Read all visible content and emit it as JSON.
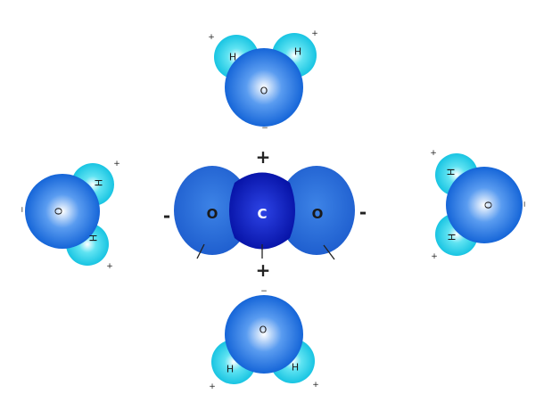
{
  "colors": {
    "oxygen_center": "#ffffff",
    "oxygen_mid": "#5a9cf0",
    "oxygen_edge": "#1565d8",
    "hydrogen_center": "#ffffff",
    "hydrogen_mid": "#5fe3f2",
    "hydrogen_edge": "#18c4e2",
    "carbon_light": "#2d44e6",
    "carbon_dark": "#0612a6",
    "co2_oxygen_light": "#3d83e6",
    "co2_oxygen_dark": "#1f5fcf"
  },
  "co2": {
    "oxygen_left_label": "O",
    "carbon_label": "C",
    "oxygen_right_label": "O",
    "charge_left": "-",
    "charge_right": "-",
    "charge_top": "+",
    "charge_bottom": "+"
  },
  "water_top": {
    "oxygen_label": "O",
    "hydrogen_left_label": "H",
    "hydrogen_right_label": "H",
    "charge_oxygen": "−",
    "charge_h_left": "+",
    "charge_h_right": "+"
  },
  "water_bottom": {
    "oxygen_label": "O",
    "hydrogen_left_label": "H",
    "hydrogen_right_label": "H",
    "charge_oxygen": "−",
    "charge_h_left": "+",
    "charge_h_right": "+"
  },
  "water_left": {
    "oxygen_label": "O",
    "hydrogen_top_label": "H",
    "hydrogen_bottom_label": "H",
    "charge_oxygen": "−",
    "charge_h_top": "+",
    "charge_h_bottom": "+"
  },
  "water_right": {
    "oxygen_label": "O",
    "hydrogen_top_label": "H",
    "hydrogen_bottom_label": "H",
    "charge_oxygen": "−",
    "charge_h_top": "+",
    "charge_h_bottom": "+"
  }
}
